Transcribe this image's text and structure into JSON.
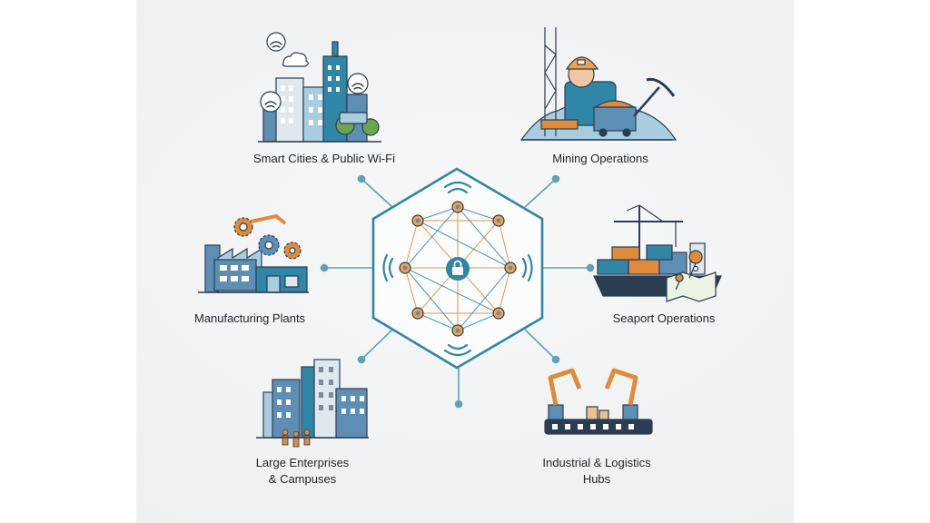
{
  "segments": [
    {
      "id": "smart-cities",
      "label": "Smart Cities & Public Wi-Fi"
    },
    {
      "id": "mining",
      "label": "Mining Operations"
    },
    {
      "id": "manufacturing",
      "label": "Manufacturing Plants"
    },
    {
      "id": "seaport",
      "label": "Seaport Operations"
    },
    {
      "id": "enterprises",
      "label_line1": "Large Enterprises",
      "label_line2": "& Campuses"
    },
    {
      "id": "logistics",
      "label_line1": "Industrial & Logistics",
      "label_line2": "Hubs"
    }
  ],
  "hub": {
    "icon": "private-network-mesh-icon",
    "center_icon": "lock-icon"
  },
  "colors": {
    "accent": "#2f86a6",
    "line": "#7fb3c8",
    "orange": "#e08b3a",
    "navy": "#2a3d52",
    "steel": "#5d8fb5",
    "light_blue": "#a9cde0"
  }
}
